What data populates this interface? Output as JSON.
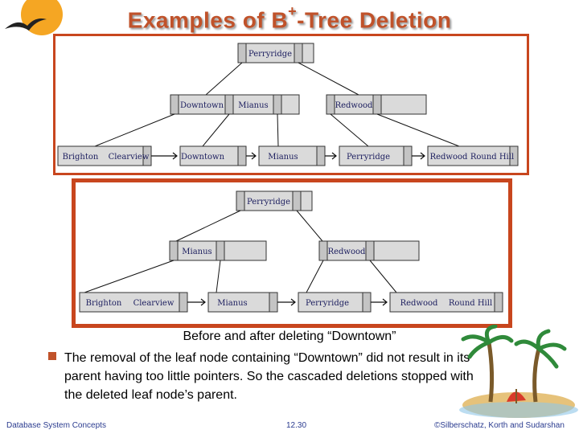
{
  "title_main": "Examples of B",
  "title_sup": "+",
  "title_rest": "-Tree Deletion",
  "tree_before": {
    "root": [
      "Perryridge"
    ],
    "internal": [
      [
        "Downtown",
        "Mianus"
      ],
      [
        "Redwood"
      ]
    ],
    "leaves": [
      [
        "Brighton",
        "Clearview"
      ],
      [
        "Downtown"
      ],
      [
        "Mianus"
      ],
      [
        "Perryridge"
      ],
      [
        "Redwood",
        "Round Hill"
      ]
    ]
  },
  "tree_after": {
    "root": [
      "Perryridge"
    ],
    "internal": [
      [
        "Mianus"
      ],
      [
        "Redwood"
      ]
    ],
    "leaves": [
      [
        "Brighton",
        "Clearview"
      ],
      [
        "Mianus"
      ],
      [
        "Perryridge"
      ],
      [
        "Redwood",
        "Round Hill"
      ]
    ]
  },
  "caption": "Before and after deleting “Downtown”",
  "bullet": "The removal of the leaf node containing “Downtown” did not result in its parent having too little pointers.  So the cascaded deletions stopped with the deleted leaf node’s parent.",
  "footer": {
    "left": "Database System Concepts",
    "center": "12.30",
    "right": "©Silberschatz, Korth and Sudarshan"
  },
  "colors": {
    "accent": "#c0522a",
    "frame": "#c8461e",
    "node_fill": "#dadada",
    "node_text": "#1e2060",
    "footer_text": "#2a3b8f"
  }
}
